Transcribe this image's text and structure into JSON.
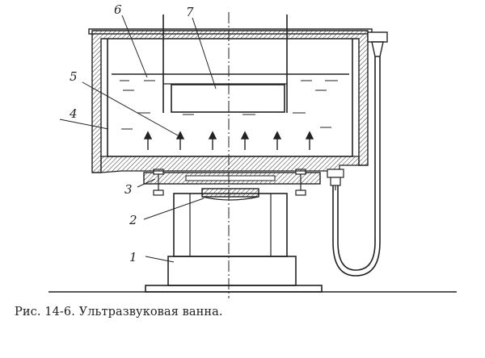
{
  "callouts": [
    "1",
    "2",
    "3",
    "4",
    "5",
    "6",
    "7"
  ],
  "caption": "Рис. 14-6. Ультразвуковая ванна."
}
